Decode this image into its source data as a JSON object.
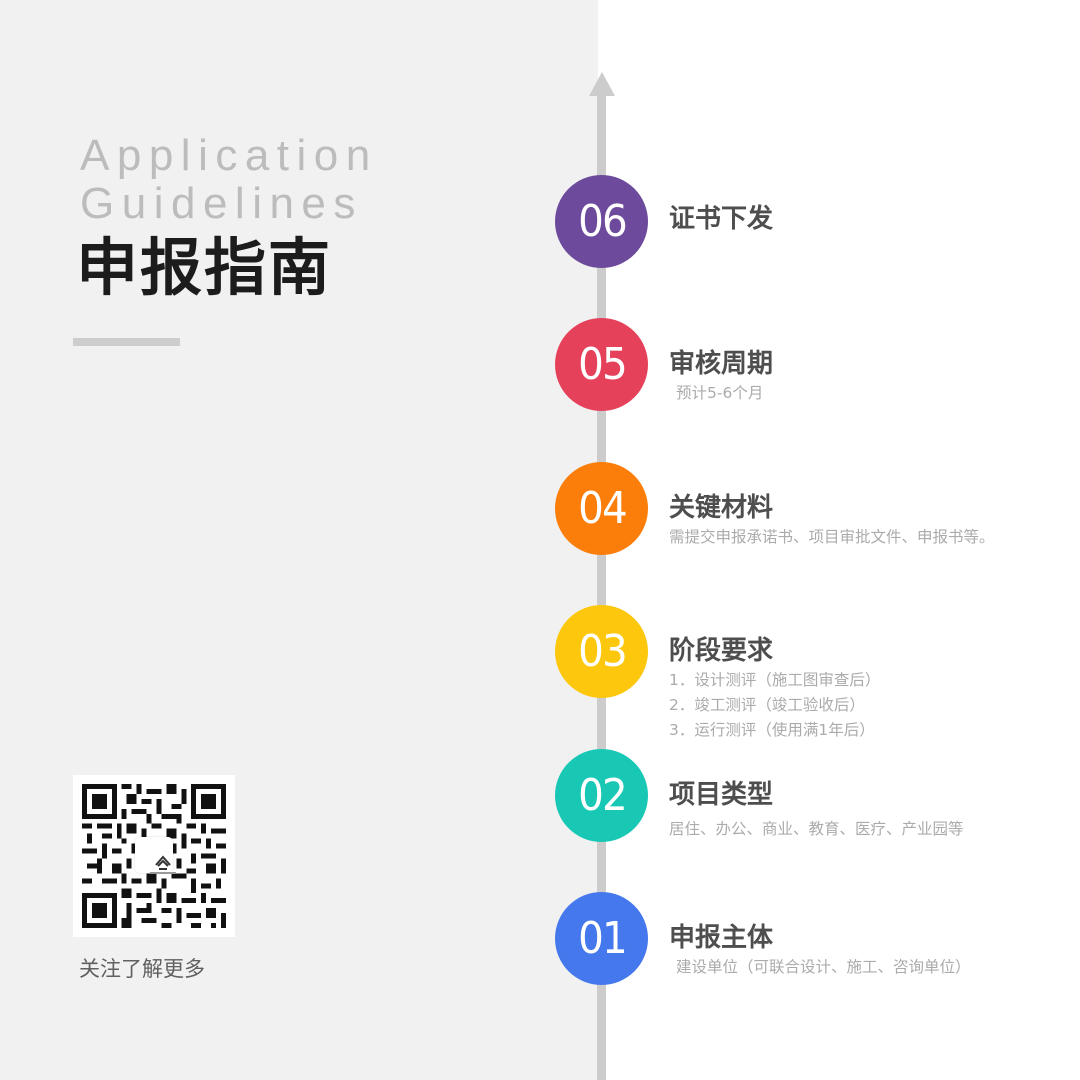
{
  "header": {
    "english_title_line1": "Application",
    "english_title_line2": "Guidelines",
    "chinese_title": "申报指南"
  },
  "qr": {
    "caption": "关注了解更多",
    "icon": "qr-code-icon"
  },
  "colors": {
    "left_panel": "#f1f1f1",
    "timeline_line": "#cccccc",
    "step_06": "#6d4a9c",
    "step_05": "#e6415a",
    "step_04": "#fb7d0a",
    "step_03": "#fcc70c",
    "step_02": "#19c8b4",
    "step_01": "#4478ec"
  },
  "timeline": {
    "arrow_icon": "arrow-up-icon",
    "steps": [
      {
        "number": "06",
        "title": "证书下发",
        "lines": []
      },
      {
        "number": "05",
        "title": "审核周期",
        "lines": [
          "预计5-6个月"
        ]
      },
      {
        "number": "04",
        "title": "关键材料",
        "lines": [
          "需提交申报承诺书、项目审批文件、申报书等。"
        ]
      },
      {
        "number": "03",
        "title": "阶段要求",
        "lines": [
          "1．设计测评（施工图审查后）",
          "2．竣工测评（竣工验收后）",
          "3．运行测评（使用满1年后）"
        ]
      },
      {
        "number": "02",
        "title": "项目类型",
        "lines": [
          "居住、办公、商业、教育、医疗、产业园等"
        ]
      },
      {
        "number": "01",
        "title": "申报主体",
        "lines": [
          "建设单位（可联合设计、施工、咨询单位）"
        ]
      }
    ]
  }
}
